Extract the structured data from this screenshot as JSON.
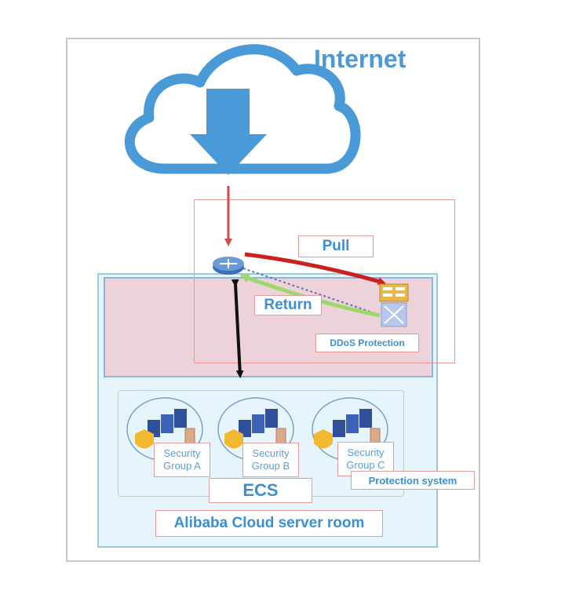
{
  "diagram": {
    "internet_label": "Internet",
    "pull_label": "Pull",
    "return_label": "Return",
    "ddos_label": "DDoS Protection",
    "security_groups": [
      {
        "line1": "Security",
        "line2": "Group A"
      },
      {
        "line1": "Security",
        "line2": "Group B"
      },
      {
        "line1": "Security",
        "line2": "Group C"
      }
    ],
    "protection_system_label": "Protection system",
    "ecs_label": "ECS",
    "server_room_label": "Alibaba Cloud server room",
    "icons": [
      "cloud-icon",
      "download-arrow-icon",
      "router-icon",
      "ddos-device-icon",
      "server-rack-icon",
      "shield-icon"
    ],
    "colors": {
      "cloud": "#4a9ad8",
      "pull_arrow": "#cc1f1f",
      "return_arrow": "#9fd86a",
      "link_arrow": "#111111",
      "label_border": "#e39a9a",
      "label_text": "#3d8fcf"
    }
  }
}
